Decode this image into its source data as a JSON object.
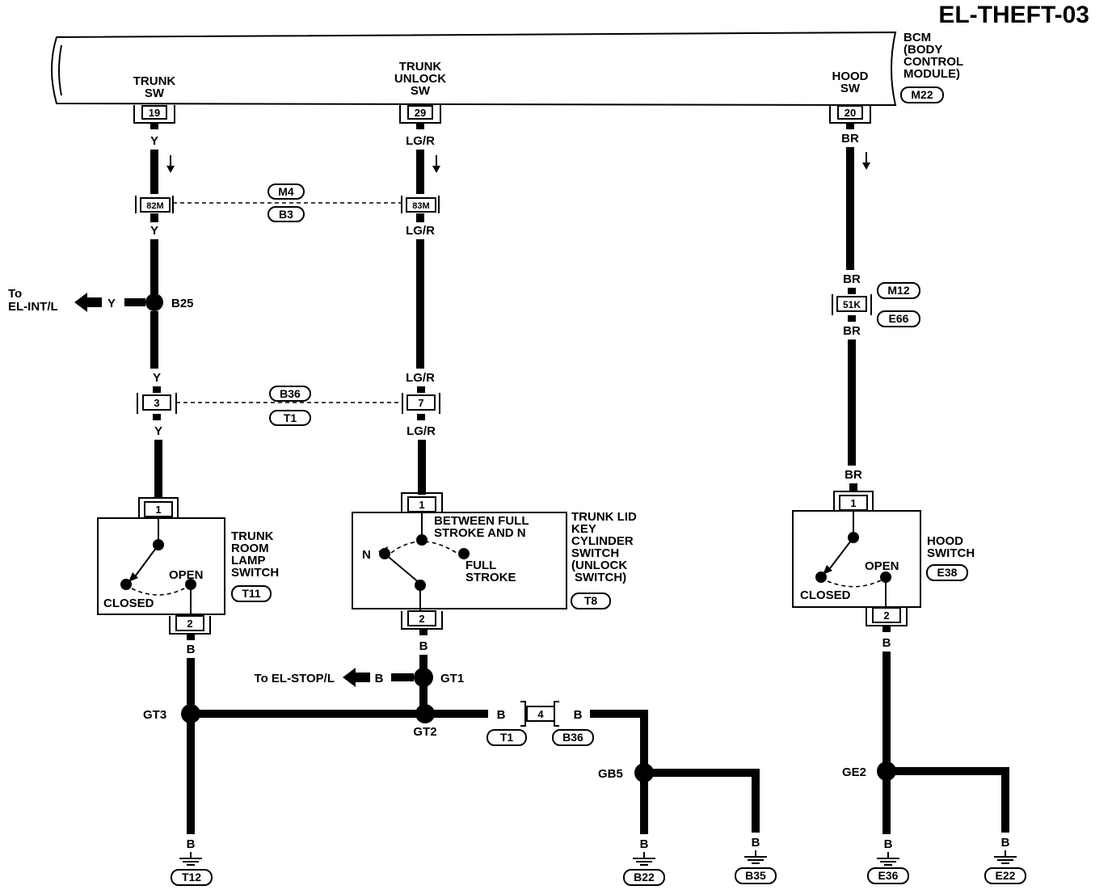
{
  "page_id": "EL-THEFT-03",
  "bcm": {
    "label_lines": [
      "BCM",
      "(BODY",
      "CONTROL",
      "MODULE)"
    ],
    "connector": "M22",
    "terminals": [
      {
        "name_lines": [
          "TRUNK",
          "SW"
        ],
        "pin": "19"
      },
      {
        "name_lines": [
          "TRUNK",
          "UNLOCK",
          "SW"
        ],
        "pin": "29"
      },
      {
        "name_lines": [
          "HOOD",
          "SW"
        ],
        "pin": "20"
      }
    ]
  },
  "wires": {
    "trunk_sw": "Y",
    "trunk_unlock": "LG/R",
    "hood": "BR",
    "ground": "B"
  },
  "connectors": {
    "c82m": {
      "pin": "82M",
      "tags": [
        "M4",
        "B3"
      ]
    },
    "c83m": {
      "pin": "83M"
    },
    "c3": {
      "pin": "3",
      "tags": [
        "B36",
        "T1"
      ]
    },
    "c7": {
      "pin": "7"
    },
    "c51k": {
      "pin": "51K",
      "tags": [
        "M12",
        "E66"
      ]
    },
    "c4": {
      "pin": "4",
      "tags": [
        "T1",
        "B36"
      ]
    }
  },
  "splices": {
    "b25": "B25",
    "gt1": "GT1",
    "gt2": "GT2",
    "gt3": "GT3",
    "gb5": "GB5",
    "ge2": "GE2"
  },
  "references": {
    "el_int_l": {
      "to": "To",
      "name": "EL-INT/L"
    },
    "el_stop_l": "To EL-STOP/L"
  },
  "trunk_room_lamp_switch": {
    "label_lines": [
      "TRUNK",
      "ROOM",
      "LAMP",
      "SWITCH"
    ],
    "connector": "T11",
    "pin_top": "1",
    "pin_bottom": "2",
    "open": "OPEN",
    "closed": "CLOSED"
  },
  "trunk_lid_key_cylinder_switch": {
    "label_lines": [
      "TRUNK LID",
      "KEY",
      "CYLINDER",
      "SWITCH",
      "(UNLOCK",
      "SWITCH)"
    ],
    "connector": "T8",
    "pin_top": "1",
    "pin_bottom": "2",
    "between_lines": [
      "BETWEEN FULL",
      "STROKE AND N"
    ],
    "n": "N",
    "full_lines": [
      "FULL",
      "STROKE"
    ]
  },
  "hood_switch": {
    "label_lines": [
      "HOOD",
      "SWITCH"
    ],
    "connector": "E38",
    "pin_top": "1",
    "pin_bottom": "2",
    "open": "OPEN",
    "closed": "CLOSED"
  },
  "grounds": [
    "T12",
    "B22",
    "B35",
    "E36",
    "E22"
  ]
}
